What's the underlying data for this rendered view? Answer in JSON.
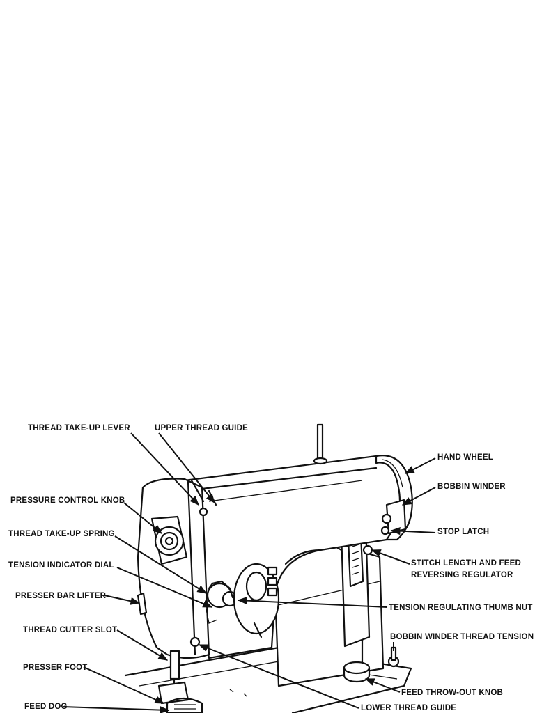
{
  "labels": {
    "thread_take_up_lever": "THREAD TAKE-UP LEVER",
    "upper_thread_guide": "UPPER THREAD GUIDE",
    "hand_wheel": "HAND WHEEL",
    "bobbin_winder": "BOBBIN WINDER",
    "pressure_control_knob": "PRESSURE CONTROL KNOB",
    "stop_latch": "STOP LATCH",
    "thread_take_up_spring": "THREAD TAKE-UP SPRING",
    "stitch_length_line1": "STITCH LENGTH AND FEED",
    "stitch_length_line2": "REVERSING REGULATOR",
    "tension_indicator_dial": "TENSION INDICATOR DIAL",
    "presser_bar_lifter": "PRESSER BAR LIFTER",
    "tension_regulating_thumb_nut": "TENSION REGULATING THUMB NUT",
    "thread_cutter_slot": "THREAD CUTTER SLOT",
    "bobbin_winder_thread_tension": "BOBBIN WINDER THREAD TENSION",
    "presser_foot": "PRESSER FOOT",
    "feed_throw_out_knob": "FEED THROW-OUT KNOB",
    "feed_dog": "FEED DOG",
    "lower_thread_guide": "LOWER THREAD GUIDE"
  }
}
